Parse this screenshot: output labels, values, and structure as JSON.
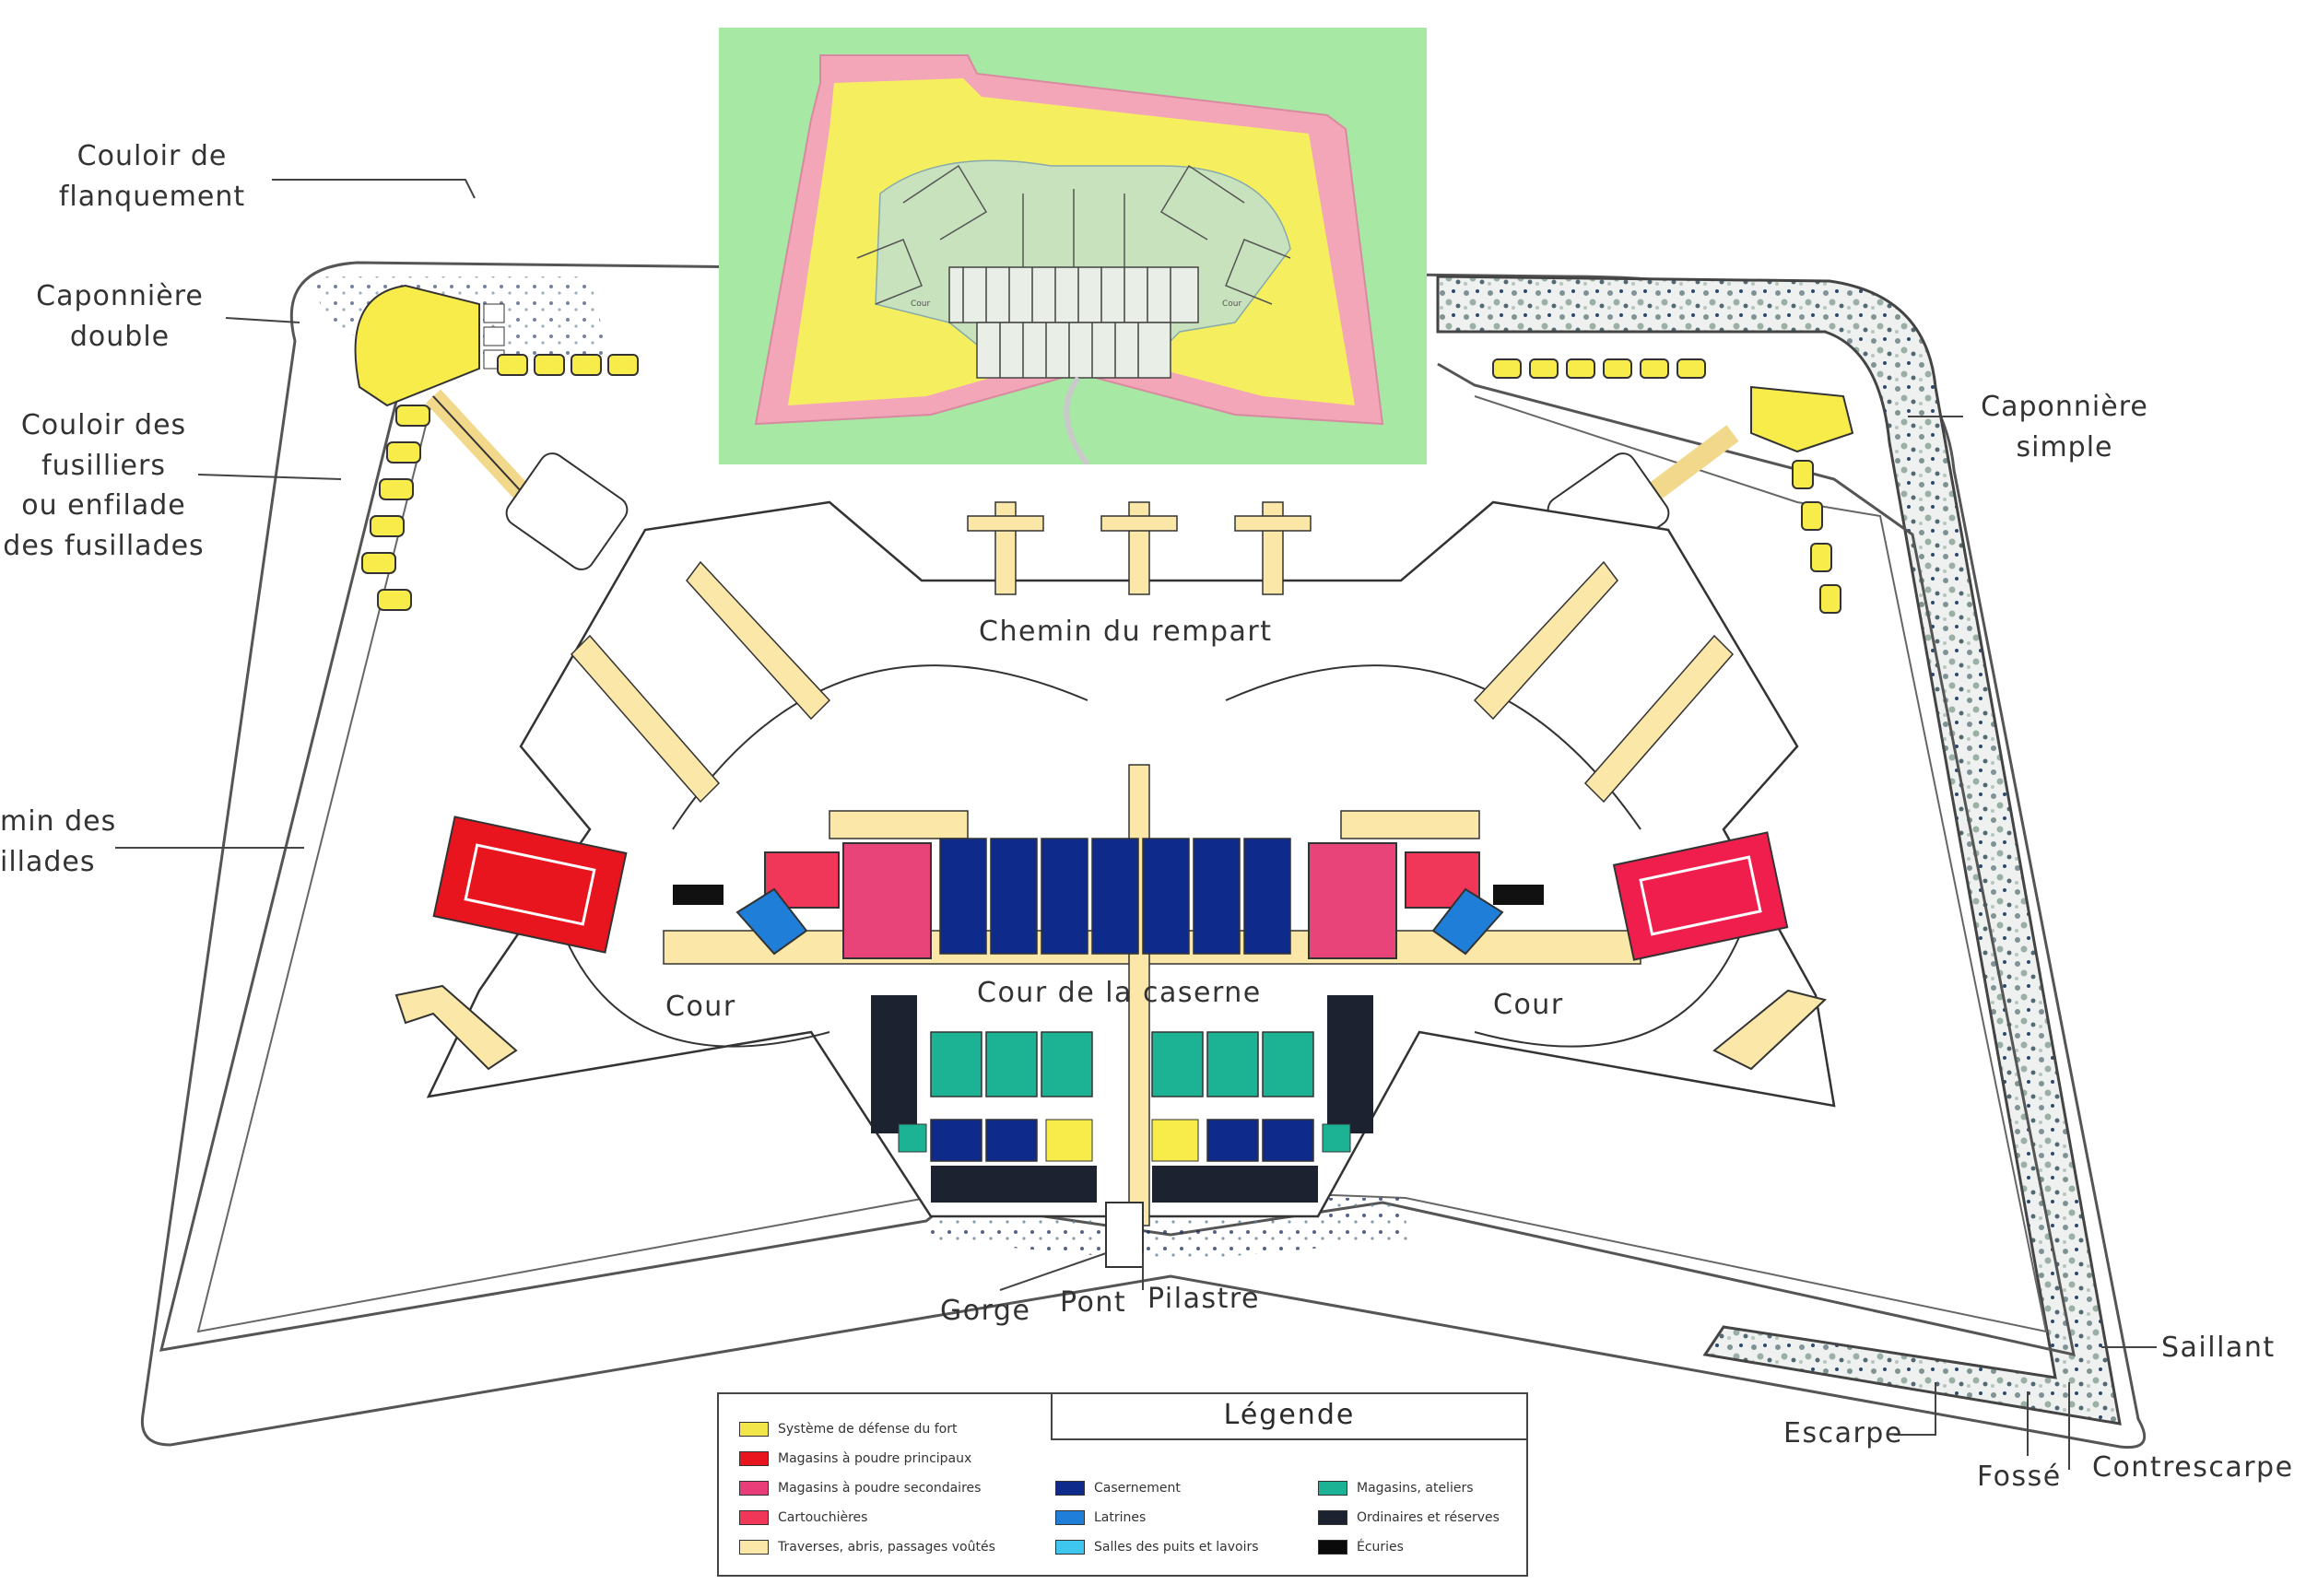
{
  "labels": {
    "couloir_flanquement": [
      "Couloir de",
      "flanquement"
    ],
    "caponniere_double": [
      "Caponnière",
      "double"
    ],
    "couloir_fusilliers": [
      "Couloir des",
      "fusilliers",
      "ou enfilade",
      "des fusillades"
    ],
    "chemin_fusillades": [
      "min des",
      "illades"
    ],
    "caponniere_simple": [
      "Caponnière",
      "simple"
    ],
    "chemin_rempart": "Chemin du rempart",
    "cour_caserne": "Cour de la caserne",
    "cour_left": "Cour",
    "cour_right": "Cour",
    "gorge": "Gorge",
    "pont": "Pont",
    "pilastre": "Pilastre",
    "saillant": "Saillant",
    "escarpe": "Escarpe",
    "fosse": "Fossé",
    "contrescarpe": "Contrescarpe"
  },
  "legend": {
    "title": "Légende",
    "items": [
      {
        "label": "Système de défense du fort",
        "color": "#f2e64a"
      },
      {
        "label": "Magasins à poudre principaux",
        "color": "#e8141e"
      },
      {
        "label": "Magasins à poudre secondaires",
        "color": "#e83d78"
      },
      {
        "label": "Cartouchières",
        "color": "#f0375a"
      },
      {
        "label": "Traverses, abris, passages voûtés",
        "color": "#fbe7a8"
      },
      {
        "label": "Casernement",
        "color": "#0e2a8a"
      },
      {
        "label": "Latrines",
        "color": "#1f7fd8"
      },
      {
        "label": "Salles des puits et lavoirs",
        "color": "#3fc6ee"
      },
      {
        "label": "Magasins, ateliers",
        "color": "#1cb394"
      },
      {
        "label": "Ordinaires et réserves",
        "color": "#1d2230"
      },
      {
        "label": "Écuries",
        "color": "#0a0a0a"
      }
    ]
  },
  "inset": {
    "colors": {
      "background": "#a6e8a4",
      "rampart": "#f3a6b8",
      "interior": "#f5ef60",
      "core": "#c8e2bd"
    },
    "cour_left": "Cour",
    "cour_right": "Cour"
  }
}
